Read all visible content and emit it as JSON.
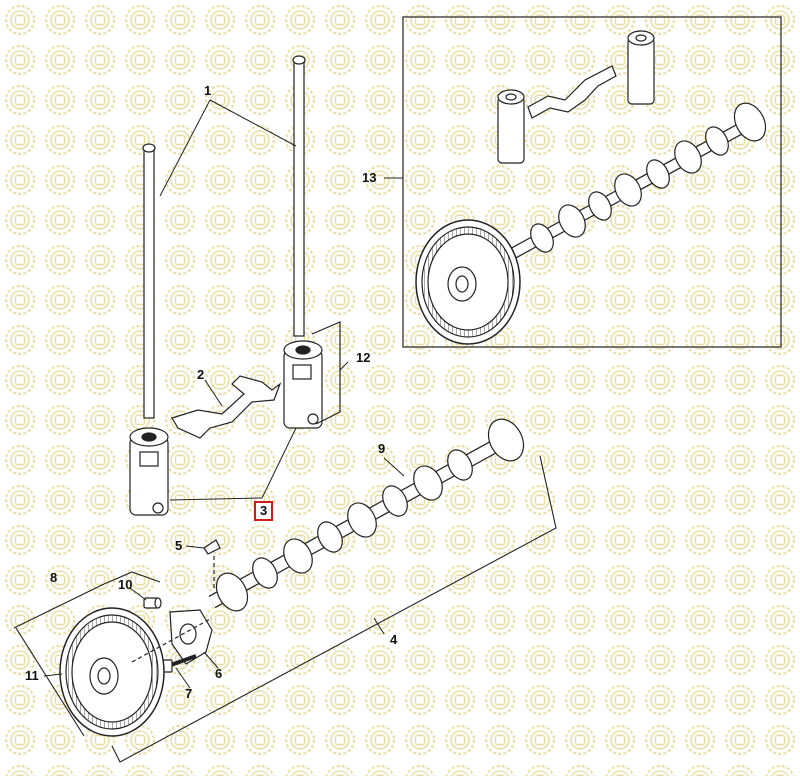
{
  "diagram": {
    "colors": {
      "line": "#222222",
      "watermark": "#e9dfa6",
      "highlight": "#d11a1a"
    },
    "callouts": {
      "c1": "1",
      "c2": "2",
      "c3": "3",
      "c4": "4",
      "c5": "5",
      "c6": "6",
      "c7": "7",
      "c8": "8",
      "c9": "9",
      "c10": "10",
      "c11": "11",
      "c12": "12",
      "c13": "13"
    },
    "selected_callout": "3"
  }
}
